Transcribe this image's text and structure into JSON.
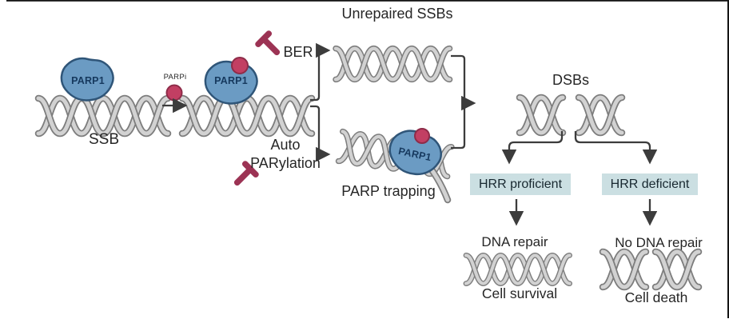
{
  "diagram": {
    "title_context": "PARP inhibitor mechanism pathway",
    "labels": {
      "ssb": "SSB",
      "parpi": "PARPi",
      "parp1_left": "PARP1",
      "parp1_mid": "PARP1",
      "parp1_trap": "PARP1",
      "ber": "BER",
      "auto_line1": "Auto",
      "auto_line2": "PARylation",
      "unrepaired_ssbs": "Unrepaired SSBs",
      "parp_trapping": "PARP trapping",
      "dsbs": "DSBs",
      "hrr_proficient": "HRR proficient",
      "hrr_deficient": "HRR deficient",
      "dna_repair": "DNA repair",
      "no_dna_repair": "No DNA repair",
      "cell_survival": "Cell survival",
      "cell_death": "Cell death"
    },
    "colors": {
      "parp1_fill": "#6b9bc3",
      "parp1_stroke": "#2f5578",
      "parp1_text": "#16395e",
      "parpi_dot_fill": "#c23f63",
      "parpi_dot_stroke": "#8e2c49",
      "inhibitor_tbar": "#9c3354",
      "dna_strand_outline": "#7d7d7d",
      "dna_strand_inner": "#d2d2d2",
      "hrr_box_bg": "#cbdfe2",
      "arrow": "#3c3c3c",
      "text": "#262626",
      "background": "#ffffff"
    }
  }
}
